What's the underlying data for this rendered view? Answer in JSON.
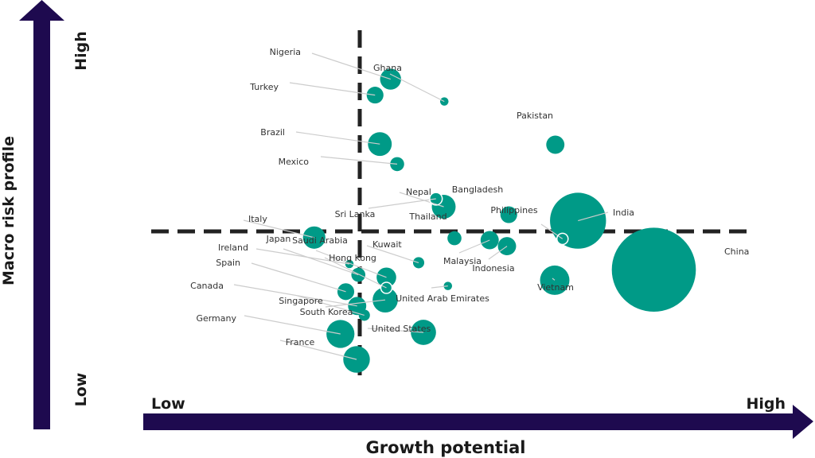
{
  "chart_data": {
    "type": "bubble",
    "xlabel": "Growth potential",
    "ylabel": "Macro risk profile",
    "x_low_label": "Low",
    "x_high_label": "High",
    "y_low_label": "Low",
    "y_high_label": "High",
    "grid": false,
    "legend": "none",
    "colors": {
      "bubble": "#009a87",
      "axis": "#1e0a4f",
      "quadrant_line": "#222222",
      "leader": "#cccccc",
      "text": "#333333"
    },
    "points": [
      {
        "name": "Nigeria",
        "x": 40.1,
        "y": 85.1,
        "size": 15
      },
      {
        "name": "Turkey",
        "x": 37.5,
        "y": 80.1,
        "size": 12
      },
      {
        "name": "Ghana",
        "x": 49.1,
        "y": 78.1,
        "size": 6
      },
      {
        "name": "Pakistan",
        "x": 67.7,
        "y": 64.5,
        "size": 13
      },
      {
        "name": "Brazil",
        "x": 38.3,
        "y": 64.7,
        "size": 17
      },
      {
        "name": "Mexico",
        "x": 41.2,
        "y": 58.4,
        "size": 10
      },
      {
        "name": "Sri Lanka",
        "x": 47.7,
        "y": 47.5,
        "size": 9
      },
      {
        "name": "Nepal",
        "x": 49.0,
        "y": 45.0,
        "size": 17
      },
      {
        "name": "Bangladesh",
        "x": 59.9,
        "y": 42.5,
        "size": 12
      },
      {
        "name": "India",
        "x": 71.5,
        "y": 40.6,
        "size": 40
      },
      {
        "name": "Philippines",
        "x": 68.9,
        "y": 34.9,
        "size": 8
      },
      {
        "name": "Thailand",
        "x": 50.8,
        "y": 35.1,
        "size": 10
      },
      {
        "name": "Italy",
        "x": 27.3,
        "y": 35.3,
        "size": 16
      },
      {
        "name": "Malaysia",
        "x": 56.7,
        "y": 34.5,
        "size": 13
      },
      {
        "name": "Indonesia",
        "x": 59.6,
        "y": 32.6,
        "size": 13
      },
      {
        "name": "China",
        "x": 84.2,
        "y": 25.2,
        "size": 60
      },
      {
        "name": "Ireland",
        "x": 33.2,
        "y": 27.0,
        "size": 6
      },
      {
        "name": "Kuwait",
        "x": 44.8,
        "y": 27.4,
        "size": 8
      },
      {
        "name": "Japan",
        "x": 34.7,
        "y": 23.6,
        "size": 10
      },
      {
        "name": "Saudi Arabia",
        "x": 39.4,
        "y": 22.8,
        "size": 14
      },
      {
        "name": "Hong Kong",
        "x": 39.4,
        "y": 19.5,
        "size": 8
      },
      {
        "name": "Vietnam",
        "x": 67.6,
        "y": 21.9,
        "size": 21
      },
      {
        "name": "United Arab Emirates",
        "x": 49.7,
        "y": 20.1,
        "size": 6
      },
      {
        "name": "Spain",
        "x": 32.6,
        "y": 18.3,
        "size": 12
      },
      {
        "name": "South Korea",
        "x": 39.2,
        "y": 15.7,
        "size": 18
      },
      {
        "name": "Canada",
        "x": 34.5,
        "y": 13.8,
        "size": 13
      },
      {
        "name": "Singapore",
        "x": 35.7,
        "y": 10.9,
        "size": 8
      },
      {
        "name": "United States",
        "x": 45.6,
        "y": 5.5,
        "size": 18
      },
      {
        "name": "Germany",
        "x": 31.7,
        "y": 5.0,
        "size": 20
      },
      {
        "name": "France",
        "x": 34.4,
        "y": -3.0,
        "size": 19
      }
    ]
  }
}
